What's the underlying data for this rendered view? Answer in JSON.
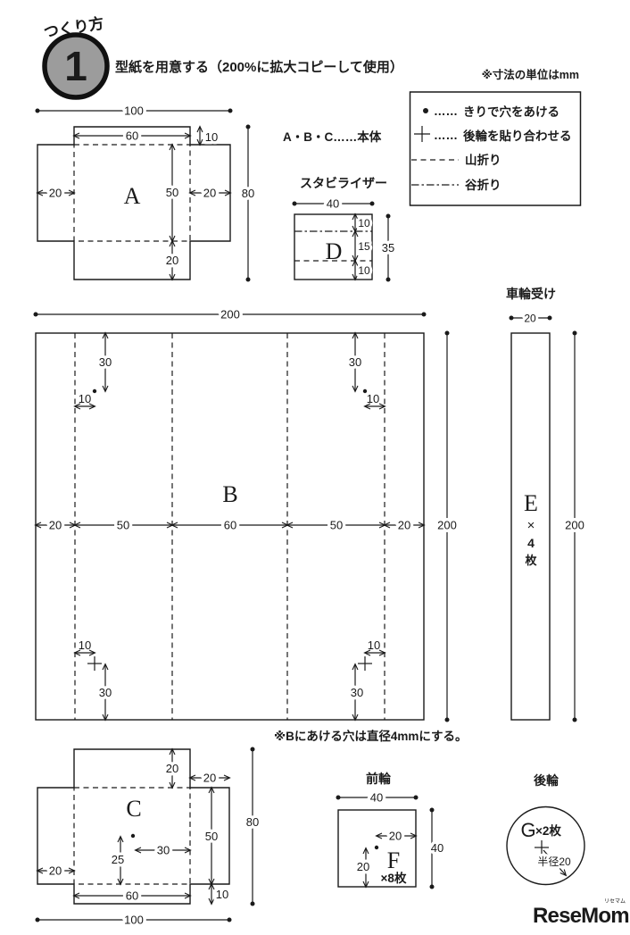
{
  "header": {
    "step_label": "つくり方",
    "step_number": "1",
    "instruction": "型紙を用意する（200%に拡大コピーして使用）",
    "unit_note": "※寸法の単位はmm"
  },
  "legend": {
    "hole": {
      "leader": "……",
      "label": "きりで穴をあける"
    },
    "glue": {
      "leader": "……",
      "label": "後輪を貼り合わせる"
    },
    "mountain": {
      "label": "山折り"
    },
    "valley": {
      "label": "谷折り"
    }
  },
  "labels": {
    "body_parts": "A・B・C……本体",
    "hole_note": "※Bにあける穴は直径4mmにする。"
  },
  "pieces": {
    "a": {
      "name": "A",
      "total_w": "100",
      "top_w": "60",
      "top_h": "10",
      "left_w": "20",
      "right_w": "20",
      "center_h": "50",
      "bottom_h": "20",
      "total_h": "80"
    },
    "d": {
      "heading": "スタビライザー",
      "name": "D",
      "total_w": "40",
      "seg_top": "10",
      "seg_mid": "15",
      "seg_bottom": "10",
      "total_h": "35"
    },
    "b": {
      "name": "B",
      "total_w": "200",
      "total_h": "200",
      "col1": "20",
      "col2": "50",
      "col3": "60",
      "col4": "50",
      "col5": "20",
      "notch_h": "30",
      "notch_w": "10"
    },
    "e": {
      "heading": "車輪受け",
      "name": "E",
      "count_x": "×",
      "count_n": "4",
      "count_unit": "枚",
      "width": "20",
      "height": "200"
    },
    "c": {
      "name": "C",
      "total_w": "100",
      "total_h": "80",
      "top_h": "20",
      "right_w": "20",
      "left_w": "20",
      "center_h": "50",
      "bottom_h": "10",
      "bottom_w": "60",
      "hole_dx": "30",
      "hole_dy": "25"
    },
    "f": {
      "heading": "前輪",
      "name": "F",
      "count": "×8枚",
      "total_w": "40",
      "total_h": "40",
      "hole_dx": "20",
      "hole_dy": "20"
    },
    "g": {
      "heading": "後輪",
      "name": "G",
      "count": "×2枚",
      "radius_label": "半径20"
    }
  },
  "logo": {
    "text": "ReseMom.",
    "ruby": "リセマム"
  },
  "colors": {
    "ink": "#1a1a1a",
    "step_circle": "#9c9c9c",
    "logo_gray": "#8a8a8a"
  }
}
